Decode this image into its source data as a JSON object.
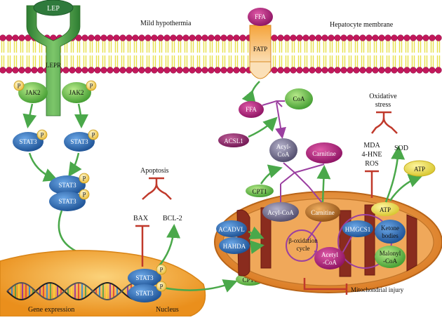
{
  "membrane": {
    "label_left": "Mild hypothermia",
    "label_right": "Hepatocyte membrane"
  },
  "receptor": {
    "ligand": "LEP",
    "receptor": "LEPR",
    "kinase_left": "JAK2",
    "kinase_right": "JAK2",
    "phospho": "P"
  },
  "stat": {
    "label": "STAT3"
  },
  "apoptosis": {
    "title": "Apoptosis",
    "bax": "BAX",
    "bcl2": "BCL-2"
  },
  "nucleus": {
    "label": "Nucleus",
    "gene_expression": "Gene expression"
  },
  "fatty_acid": {
    "ffa": "FFA",
    "fatp": "FATP",
    "coa": "CoA",
    "acsl1": "ACSL1",
    "acyl_coa_line1": "Acyl-",
    "acyl_coa_line2": "CoA",
    "carnitine": "Carnitine",
    "cpt1": "CPT1"
  },
  "oxidative": {
    "title_line1": "Oxidative",
    "title_line2": "stress",
    "mda": "MDA",
    "hne": "4-HNE",
    "ros": "ROS",
    "sod": "SOD"
  },
  "mitochondrion": {
    "acyl_coa": "Acyl-CoA",
    "carnitine": "Carnitine",
    "acadvl": "ACADVL",
    "hahda": "HAHDA",
    "beta_line1": "β-oxidation",
    "beta_line2": "cycle",
    "acetyl_line1": "Acetyl",
    "acetyl_line2": "-CoA",
    "hmgcs1": "HMGCS1",
    "ketone_line1": "Ketone",
    "ketone_line2": "bodies",
    "malonyl_line1": "Malonyl",
    "malonyl_line2": "-CoA",
    "atp": "ATP",
    "atp_out": "ATP",
    "injury": "Mitochondrial injury"
  },
  "colors": {
    "membrane_head": "#c2185b",
    "membrane_tail": "#e8e04a",
    "receptor": "#3f9a3f",
    "stat": "#1f5fa8",
    "arrow": "#4aa84a",
    "inhibit": "#c0392b",
    "mito": "#e89a3c",
    "nucleus": "#f0a030"
  }
}
